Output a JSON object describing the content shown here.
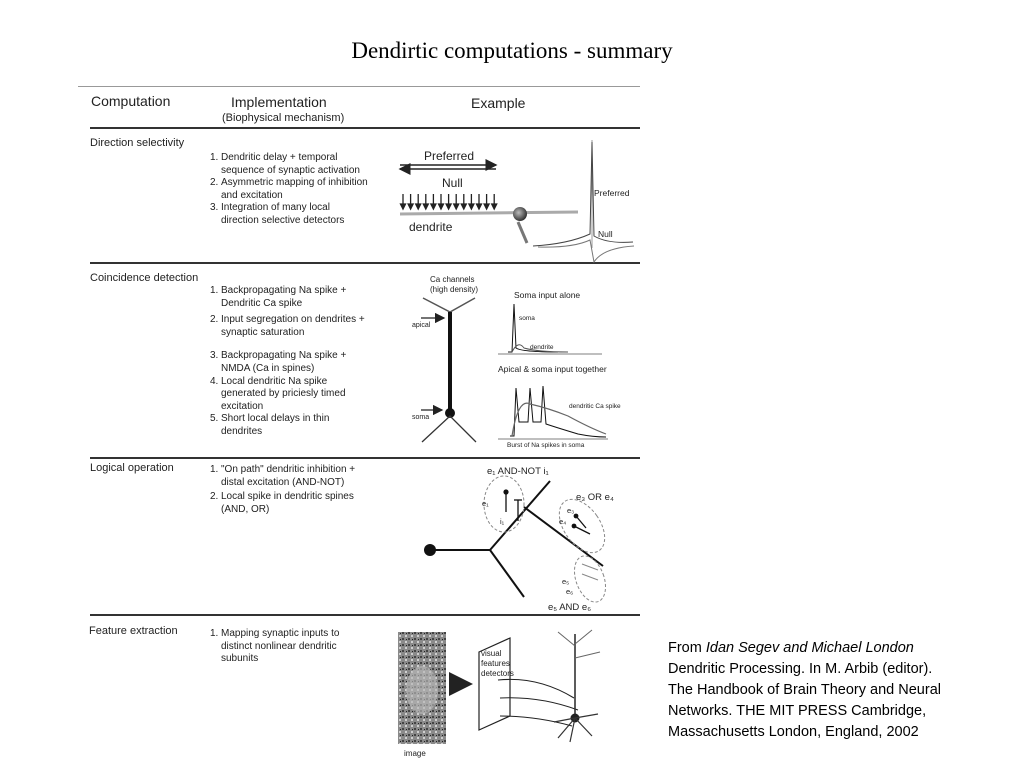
{
  "title": "Dendirtic computations - summary",
  "table": {
    "headers": {
      "computation": "Computation",
      "implementation": "Implementation",
      "implementation_sub": "(Biophysical mechanism)",
      "example": "Example"
    },
    "rows": [
      {
        "title": "Direction selectivity",
        "items": [
          {
            "num": "1.",
            "lines": [
              "Dendritic delay + temporal",
              "sequence of synaptic activation"
            ]
          },
          {
            "num": "2.",
            "lines": [
              "Asymmetric mapping of inhibition",
              "and excitation"
            ]
          },
          {
            "num": "3.",
            "lines": [
              "Integration of many local",
              "direction selective detectors"
            ]
          }
        ],
        "labels": {
          "preferred_arrow": "Preferred",
          "null_arrow": "Null",
          "dendrite": "dendrite",
          "trace_preferred": "Preferred",
          "trace_null": "Null"
        }
      },
      {
        "title": "Coincidence detection",
        "items": [
          {
            "num": "1.",
            "lines": [
              "Backpropagating Na spike +",
              "Dendritic Ca spike"
            ]
          },
          {
            "num": "2.",
            "lines": [
              "Input segregation on dendrites +",
              "synaptic saturation"
            ]
          },
          {
            "num": "3.",
            "lines": [
              "Backpropagating Na spike +",
              "NMDA (Ca in spines)"
            ]
          },
          {
            "num": "4.",
            "lines": [
              "Local dendritic Na spike",
              "generated by priciesly timed",
              "excitation"
            ]
          },
          {
            "num": "5.",
            "lines": [
              "Short local delays in thin",
              "dendrites"
            ]
          }
        ],
        "labels": {
          "ca_channels_1": "Ca  channels",
          "ca_channels_2": "(high density)",
          "apical": "apical",
          "soma": "soma",
          "soma_input_alone": "Soma input alone",
          "trace_soma": "soma",
          "trace_dendrite": "dendrite",
          "apical_soma_together": "Apical & soma input together",
          "dendritic_ca_spike": "dendritic Ca spike",
          "burst": "Burst of Na spikes in soma"
        }
      },
      {
        "title": "Logical operation",
        "items": [
          {
            "num": "1.",
            "lines": [
              "\"On path\" dendritic inhibition +",
              "distal excitation (AND-NOT)"
            ]
          },
          {
            "num": "2.",
            "lines": [
              "Local spike in dendritic spines",
              "(AND, OR)"
            ]
          }
        ],
        "labels": {
          "and_not": "e₁ AND-NOT i₁",
          "or": "e₃ OR e₄",
          "and": "e₅ AND e₆",
          "e1": "e₁",
          "i1": "i₁",
          "e3": "e₃",
          "e4": "e₄",
          "e5": "e₅",
          "e6": "e₆"
        }
      },
      {
        "title": "Feature extraction",
        "items": [
          {
            "num": "1.",
            "lines": [
              "Mapping synaptic inputs to",
              "distinct nonlinear dendritic",
              "subunits"
            ]
          }
        ],
        "labels": {
          "visual_1": "visual",
          "visual_2": "features",
          "visual_3": "detectors",
          "image": "image"
        }
      }
    ]
  },
  "citation": {
    "prefix": "From ",
    "authors": "Idan Segev and Michael London",
    "line1": "Dendritic Processing. In M. Arbib (editor).",
    "line2": "The Handbook of Brain Theory and Neural",
    "line3": "Networks. THE MIT PRESS Cambridge,",
    "line4": "Massachusetts London, England, 2002"
  },
  "colors": {
    "ink": "#222222",
    "rule": "#333333"
  }
}
